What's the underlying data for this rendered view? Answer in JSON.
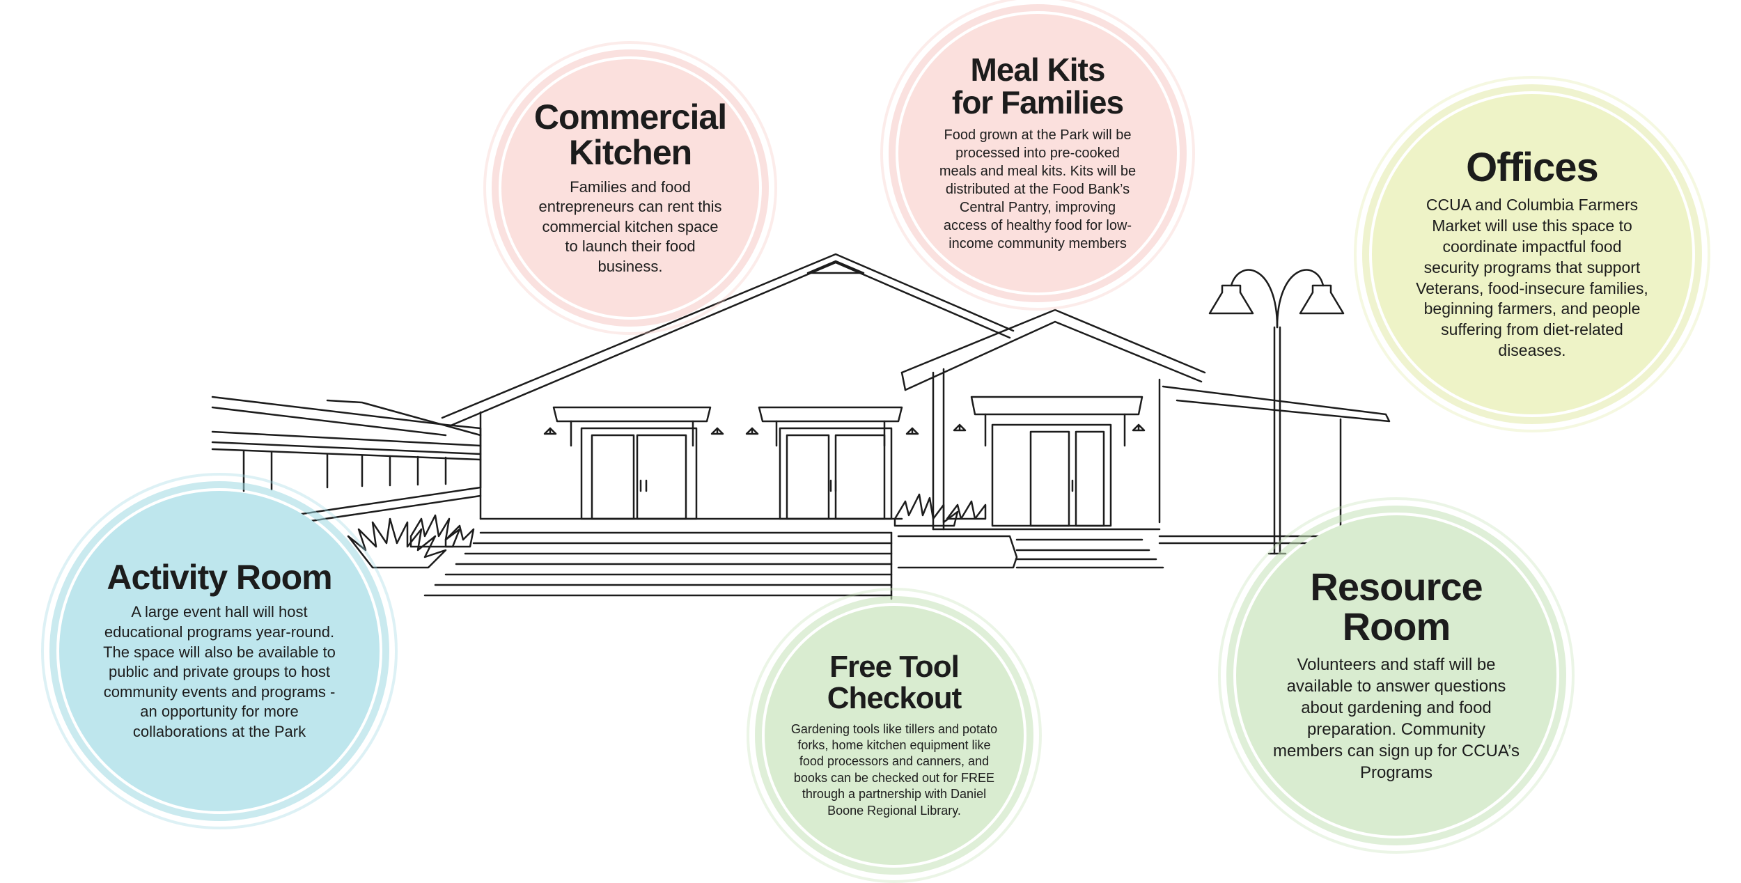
{
  "bubbles": {
    "commercial_kitchen": {
      "title_line1": "Commercial",
      "title_line2": "Kitchen",
      "text": "Families and food entrepreneurs can rent this commercial kitchen space to launch their food business."
    },
    "meal_kits": {
      "title_line1": "Meal Kits",
      "title_line2": "for Families",
      "text": "Food grown at the Park will be processed into pre-cooked meals and meal kits. Kits will be distributed at the Food Bank’s Central Pantry, improving access of healthy food for low-income community members"
    },
    "offices": {
      "title_line1": "Offices",
      "text": "CCUA and Columbia Farmers Market will use this space to coordinate impactful food security programs that support Veterans, food-insecure families, beginning farmers, and people suffering from diet-related diseases."
    },
    "activity_room": {
      "title_line1": "Activity Room",
      "text": "A large event hall will host educational programs year-round. The space will also be available to public and private groups to host community events and programs - an opportunity for more collaborations at the Park"
    },
    "free_tool_checkout": {
      "title_line1": "Free Tool",
      "title_line2": "Checkout",
      "text": "Gardening tools like tillers and potato forks, home kitchen equipment like food processors and canners, and books can be checked out for FREE through a partnership with Daniel Boone Regional Library."
    },
    "resource_room": {
      "title_line1": "Resource",
      "title_line2": "Room",
      "text": "Volunteers and staff will be available to answer questions about gardening and food preparation. Community members can sign up for CCUA’s Programs"
    }
  },
  "colors": {
    "pink": "#fbe0dd",
    "yellow": "#eef3c7",
    "blue": "#bee6ed",
    "green": "#d9ecd0",
    "line": "#1c1c1c"
  }
}
